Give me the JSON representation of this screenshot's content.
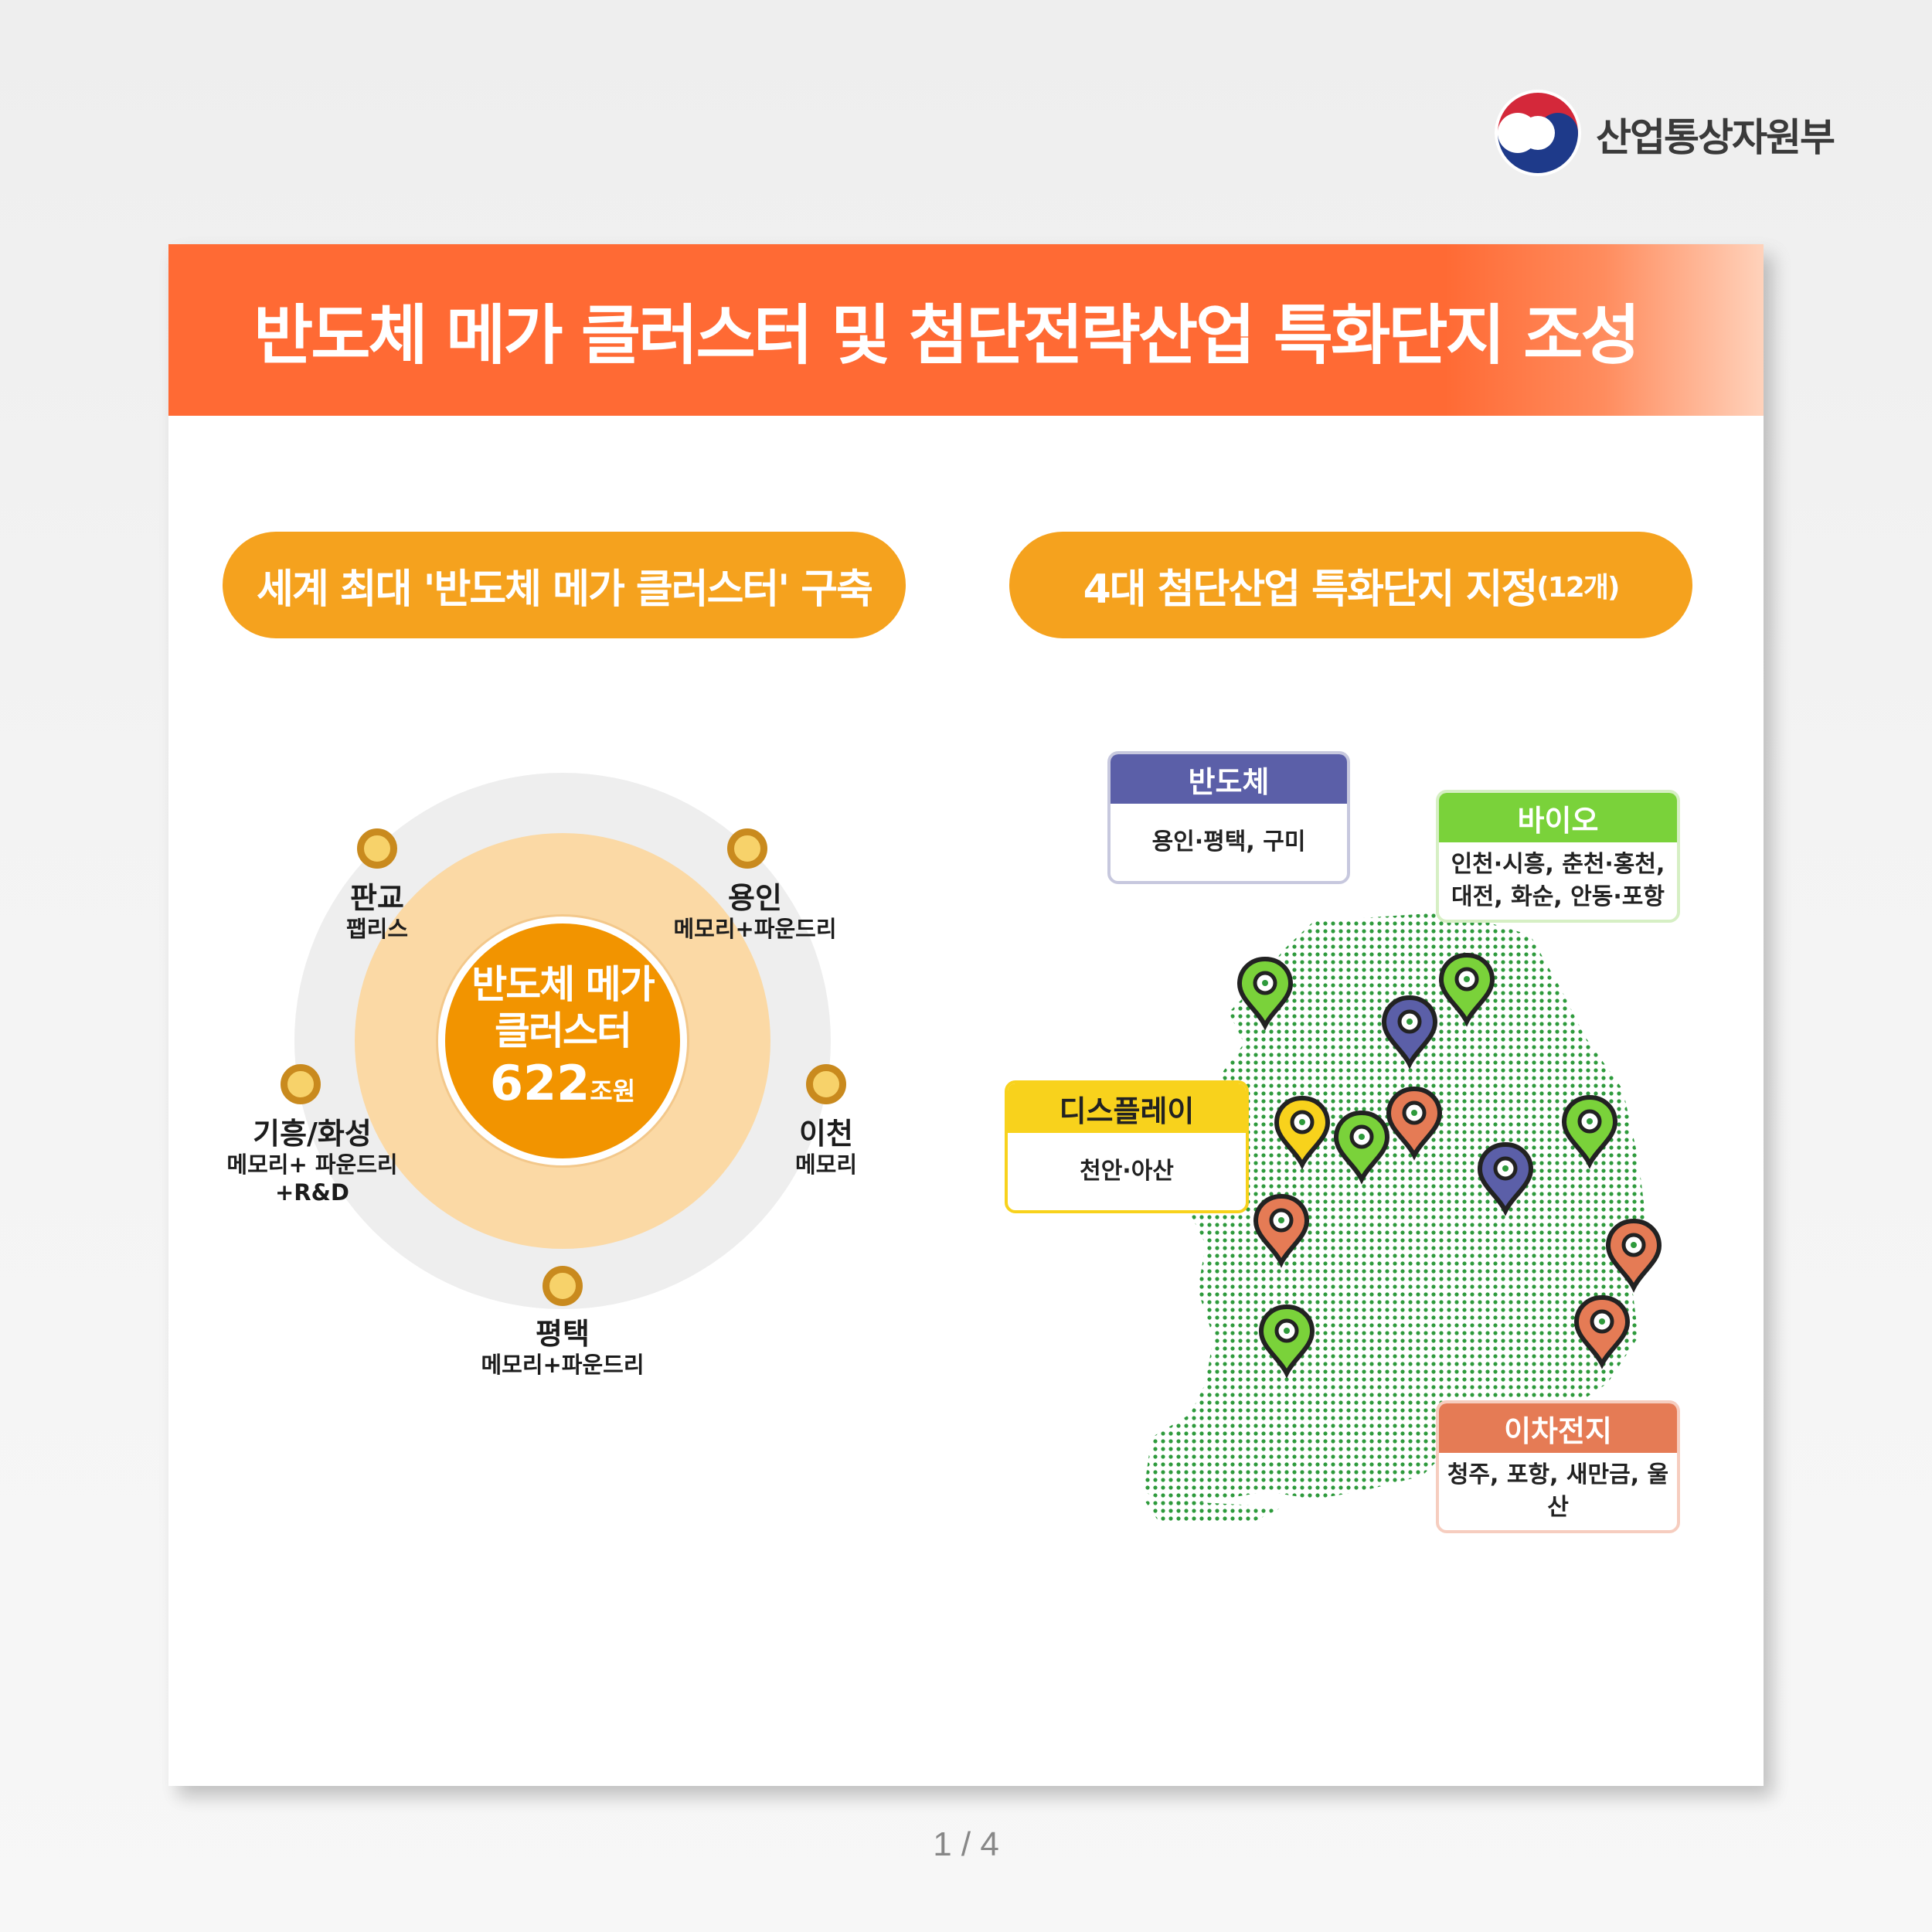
{
  "header": {
    "ministry": "산업통상자원부"
  },
  "banner": {
    "title": "반도체 메가 클러스터 및 첨단전략산업 특화단지 조성"
  },
  "left_section": {
    "pill": "세계 최대 '반도체 메가 클러스터' 구축",
    "center": {
      "line1": "반도체 메가",
      "line2": "클러스터",
      "amount": "622",
      "unit": "조원"
    },
    "nodes": [
      {
        "name": "판교",
        "desc": "팹리스"
      },
      {
        "name": "용인",
        "desc": "메모리+파운드리"
      },
      {
        "name": "기흥/화성",
        "desc": "메모리+ 파운드리",
        "desc2": "+R&D"
      },
      {
        "name": "이천",
        "desc": "메모리"
      },
      {
        "name": "평택",
        "desc": "메모리+파운드리"
      }
    ]
  },
  "right_section": {
    "pill_main": "4대 첨단산업 특화단지 지정",
    "pill_small": "(12개)",
    "boxes": [
      {
        "title": "반도체",
        "body": "용인·평택, 구미",
        "color": "#5b5fa8"
      },
      {
        "title": "바이오",
        "body": "인천·시흥, 춘천·홍천,",
        "body2": "대전, 화순, 안동·포항",
        "color": "#7ad23a"
      },
      {
        "title": "디스플레이",
        "body": "천안·아산",
        "color": "#f8d21c"
      },
      {
        "title": "이차전지",
        "body": "청주, 포항, 새만금, 울산",
        "color": "#e57b55"
      }
    ],
    "pin_colors": {
      "semiconductor": "#5b5fa8",
      "bio": "#7ad23a",
      "display": "#f8d21c",
      "battery": "#e57b55"
    }
  },
  "pager": {
    "text": "1 / 4"
  }
}
